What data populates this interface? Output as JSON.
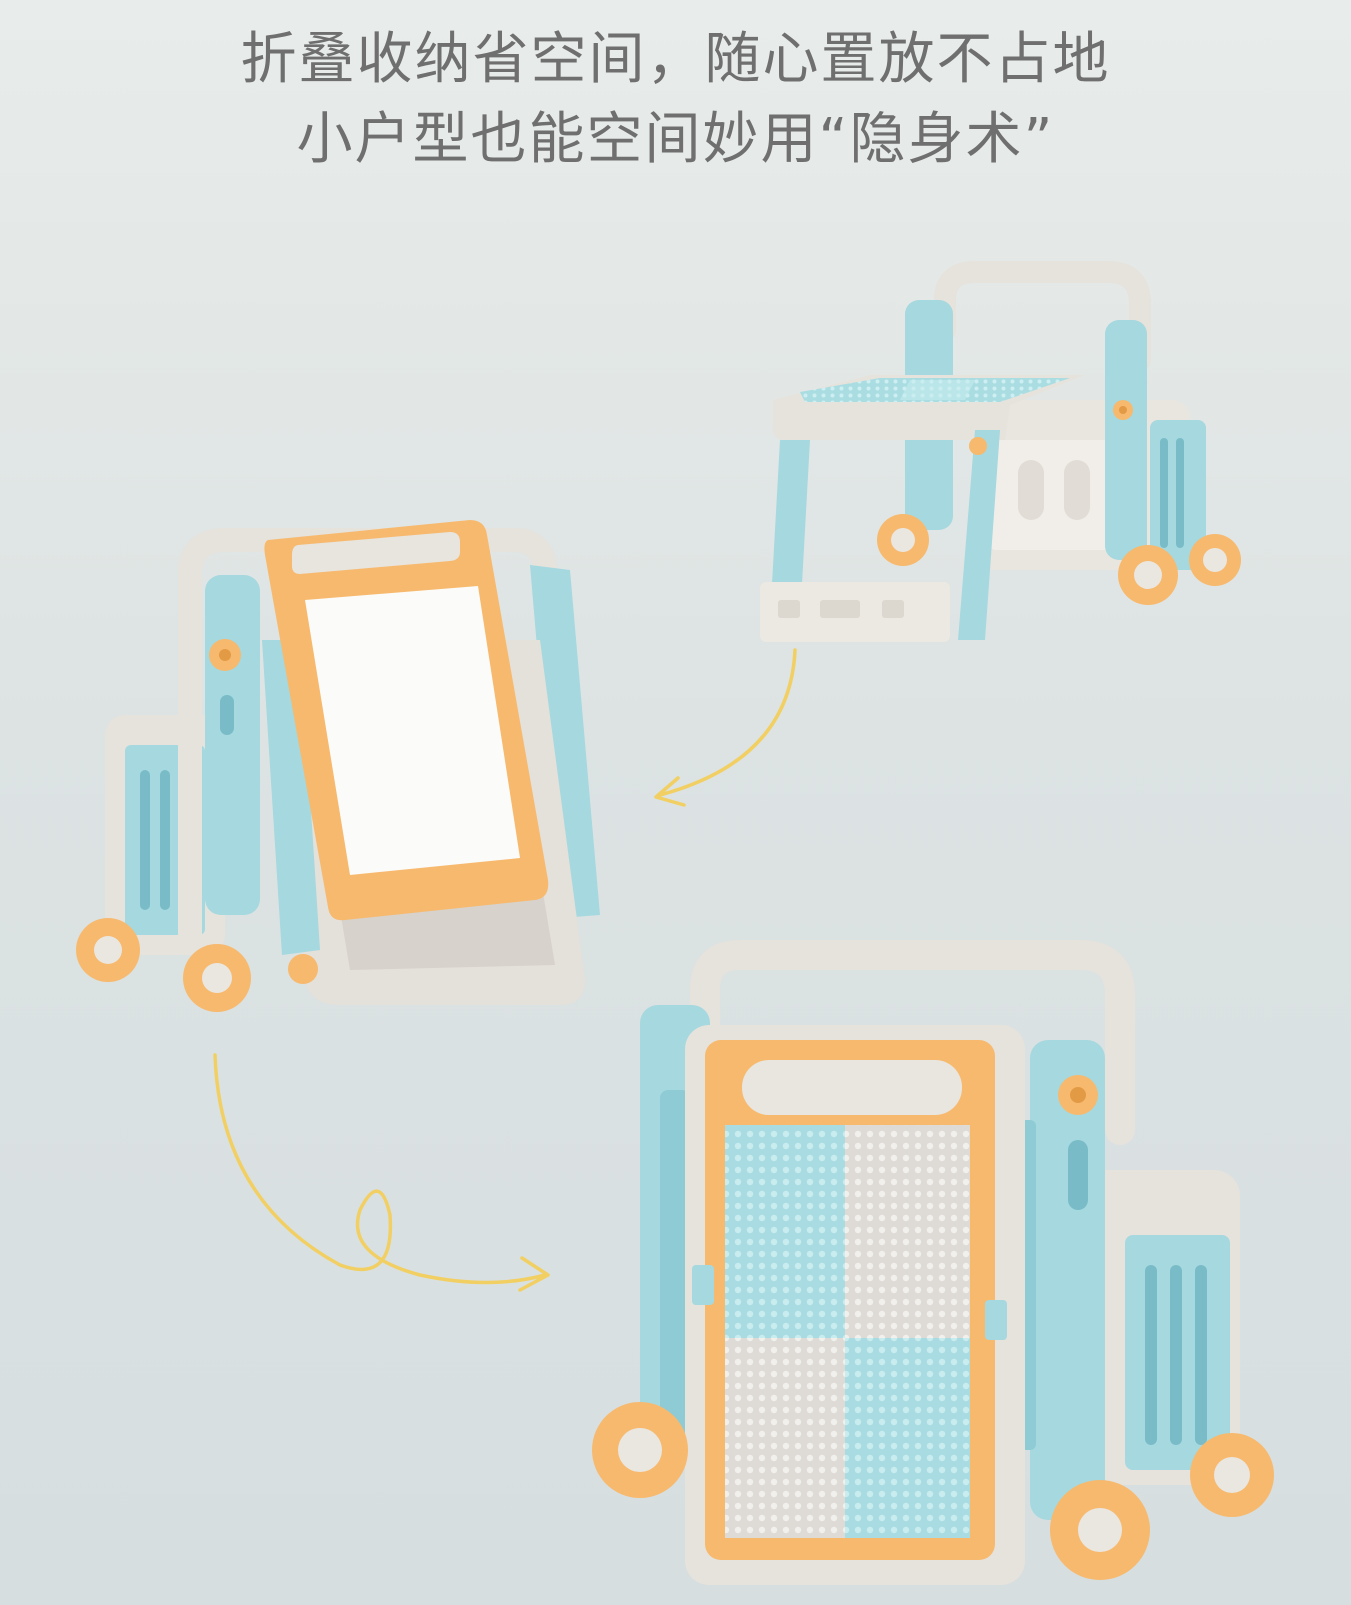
{
  "headline": {
    "line1": "折叠收纳省空间，随心置放不占地",
    "line2": "小户型也能空间妙用“隐身术”"
  },
  "colors": {
    "background": "#e1e6e6",
    "text": "#6f6f6f",
    "frame_blue": "#a6d8df",
    "frame_blue_dark": "#79bcc7",
    "frame_grey": "#e6e2dc",
    "accent_orange": "#f7b96d",
    "arrow_yellow": "#f2cf62"
  },
  "scenes": [
    {
      "name": "desk-chair-unfolded",
      "state": "unfolded"
    },
    {
      "name": "easel-standing",
      "state": "easel"
    },
    {
      "name": "folded-trolley",
      "state": "folded"
    }
  ]
}
